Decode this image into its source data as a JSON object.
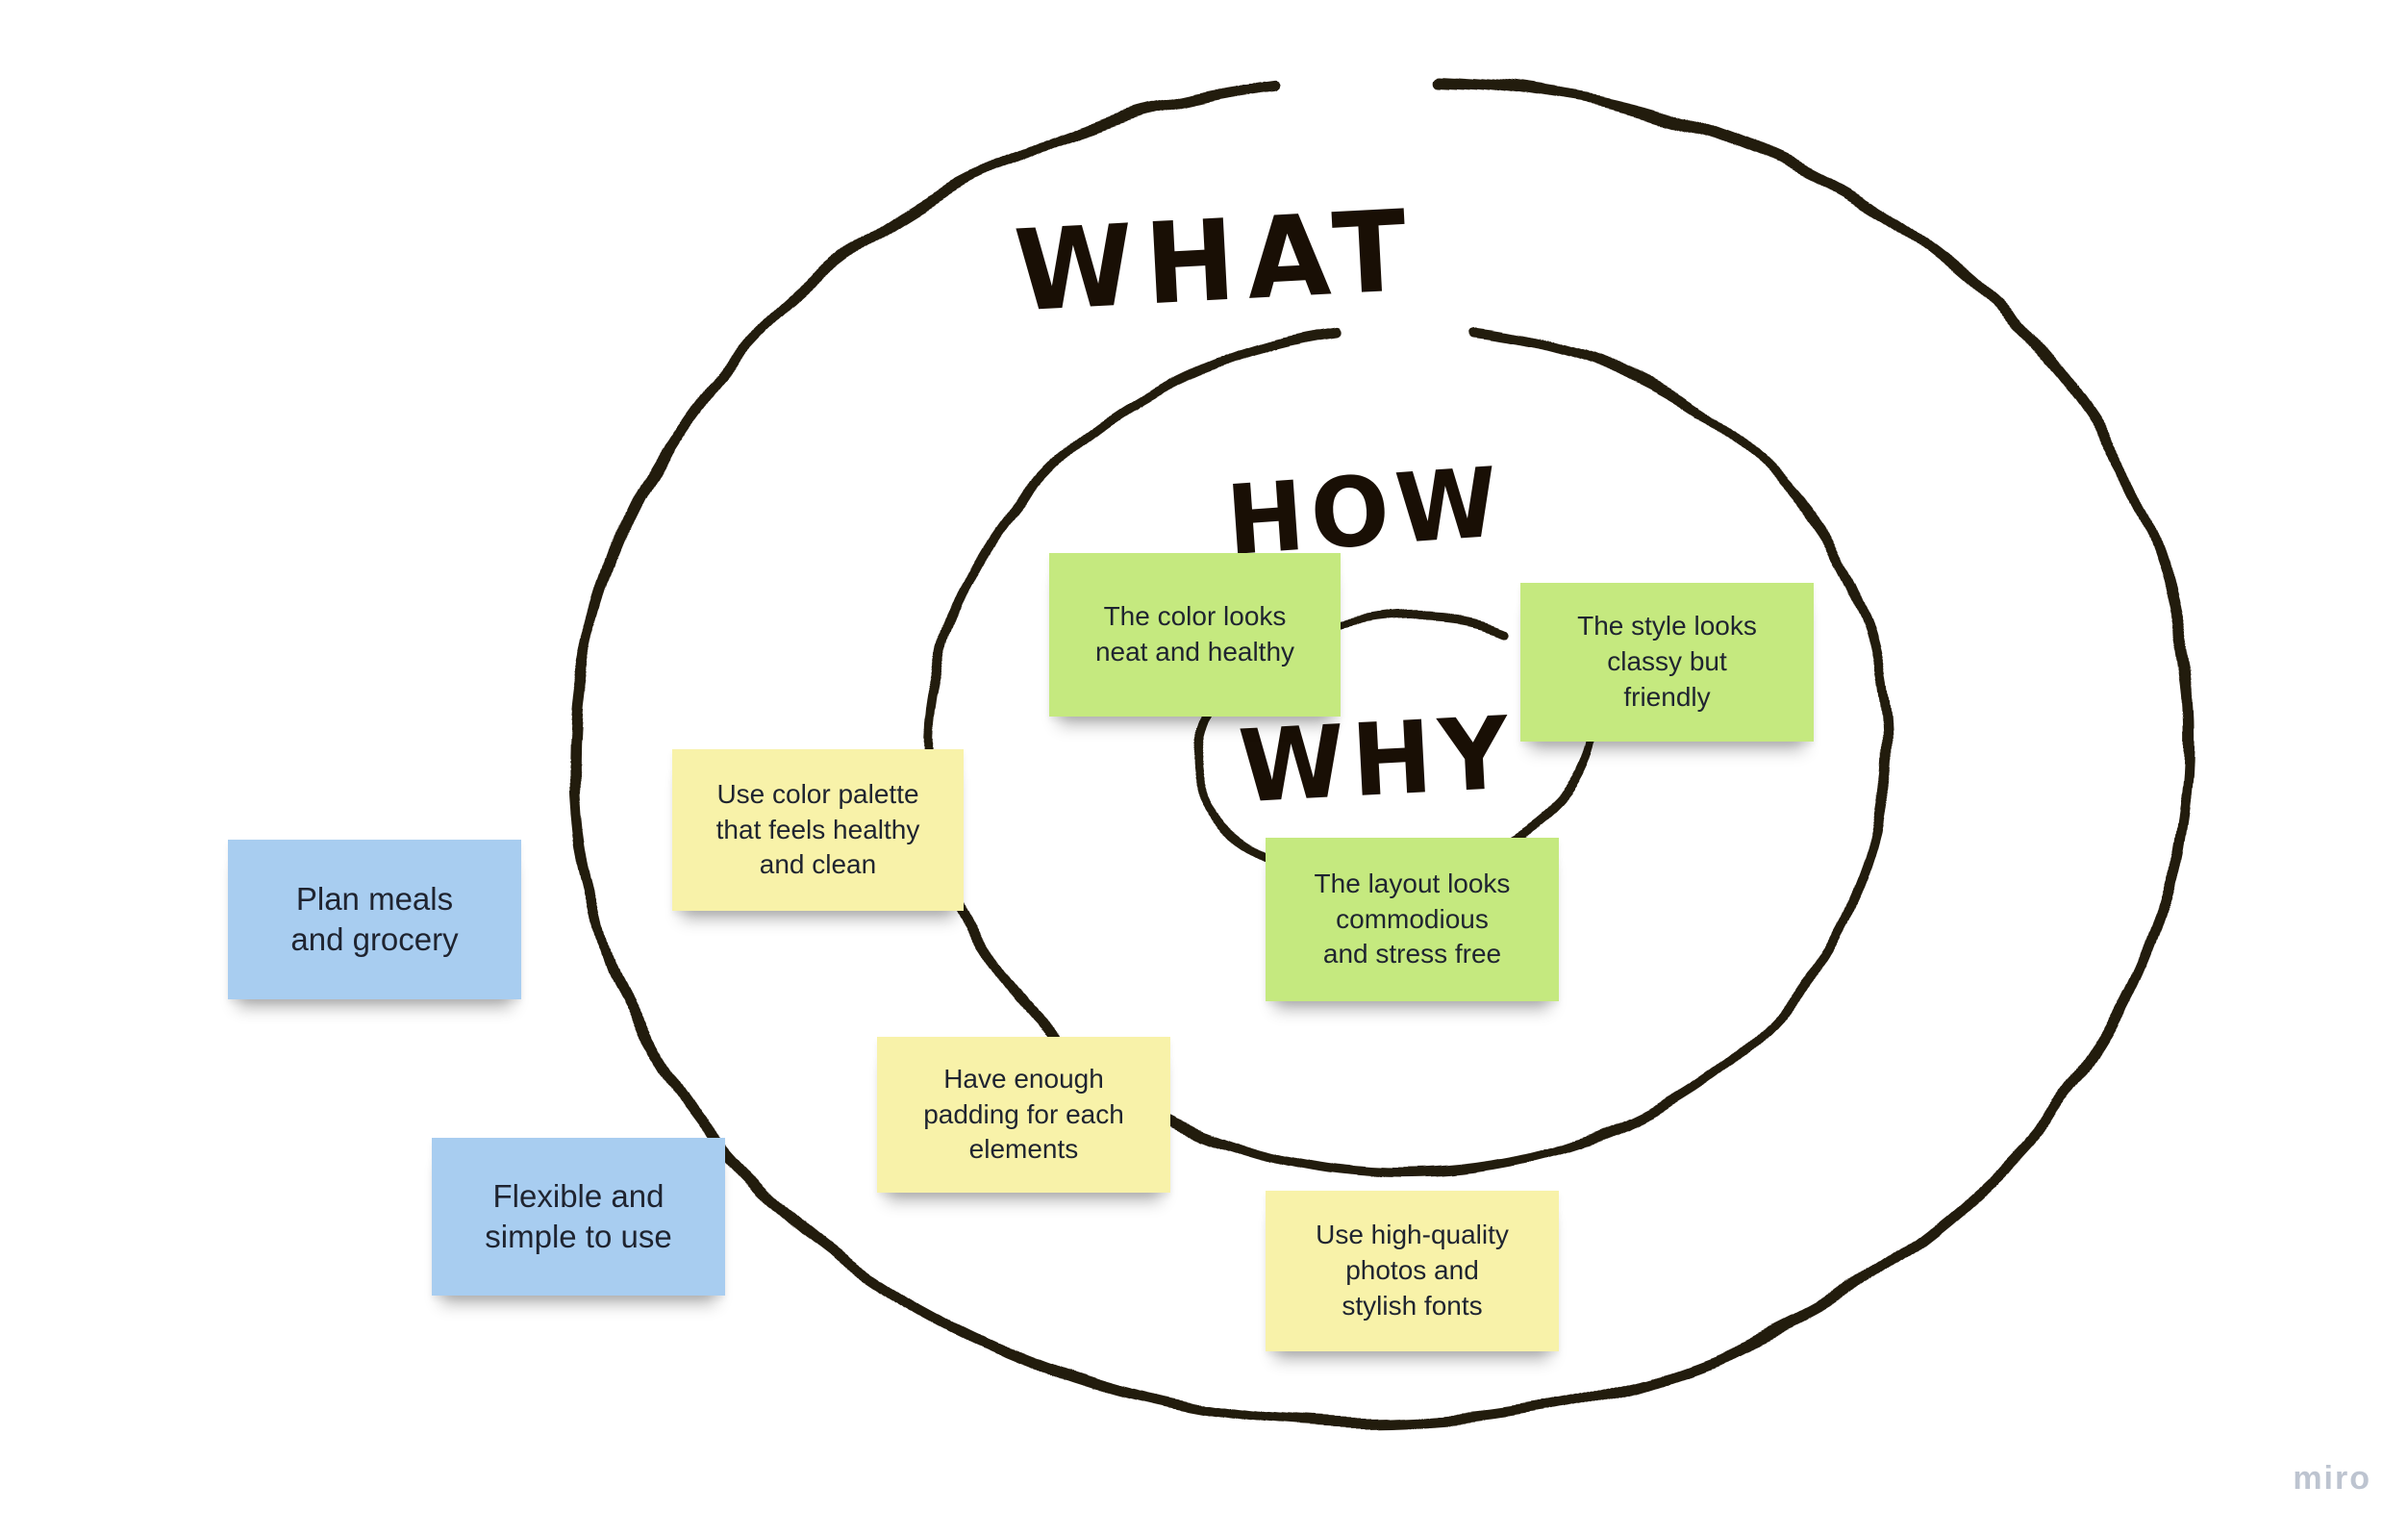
{
  "app": {
    "watermark": "miro"
  },
  "colors": {
    "background": "#ffffff",
    "ink": "#241a0e",
    "note_blue": "#a8cdf0",
    "note_yellow": "#f8f2a9",
    "note_green": "#c5e97f",
    "note_text": "#1f2430",
    "watermark": "#bdc4d0"
  },
  "rings": {
    "outer_label": "WHAT",
    "middle_label": "HOW",
    "inner_label": "WHY"
  },
  "notes": [
    {
      "id": "plan-meals",
      "color": "blue",
      "text": "Plan meals\nand grocery"
    },
    {
      "id": "flexible",
      "color": "blue",
      "text": "Flexible and\nsimple to use"
    },
    {
      "id": "color-palette",
      "color": "yellow",
      "text": "Use color palette\nthat feels healthy\nand clean"
    },
    {
      "id": "padding",
      "color": "yellow",
      "text": "Have enough\npadding for each\nelements"
    },
    {
      "id": "photos-fonts",
      "color": "yellow",
      "text": "Use high-quality\nphotos and\nstylish fonts"
    },
    {
      "id": "color-looks",
      "color": "green",
      "text": "The color looks\nneat and healthy"
    },
    {
      "id": "style-looks",
      "color": "green",
      "text": "The style looks\nclassy but\nfriendly"
    },
    {
      "id": "layout-looks",
      "color": "green",
      "text": "The layout looks\ncommodious\nand stress free"
    }
  ]
}
